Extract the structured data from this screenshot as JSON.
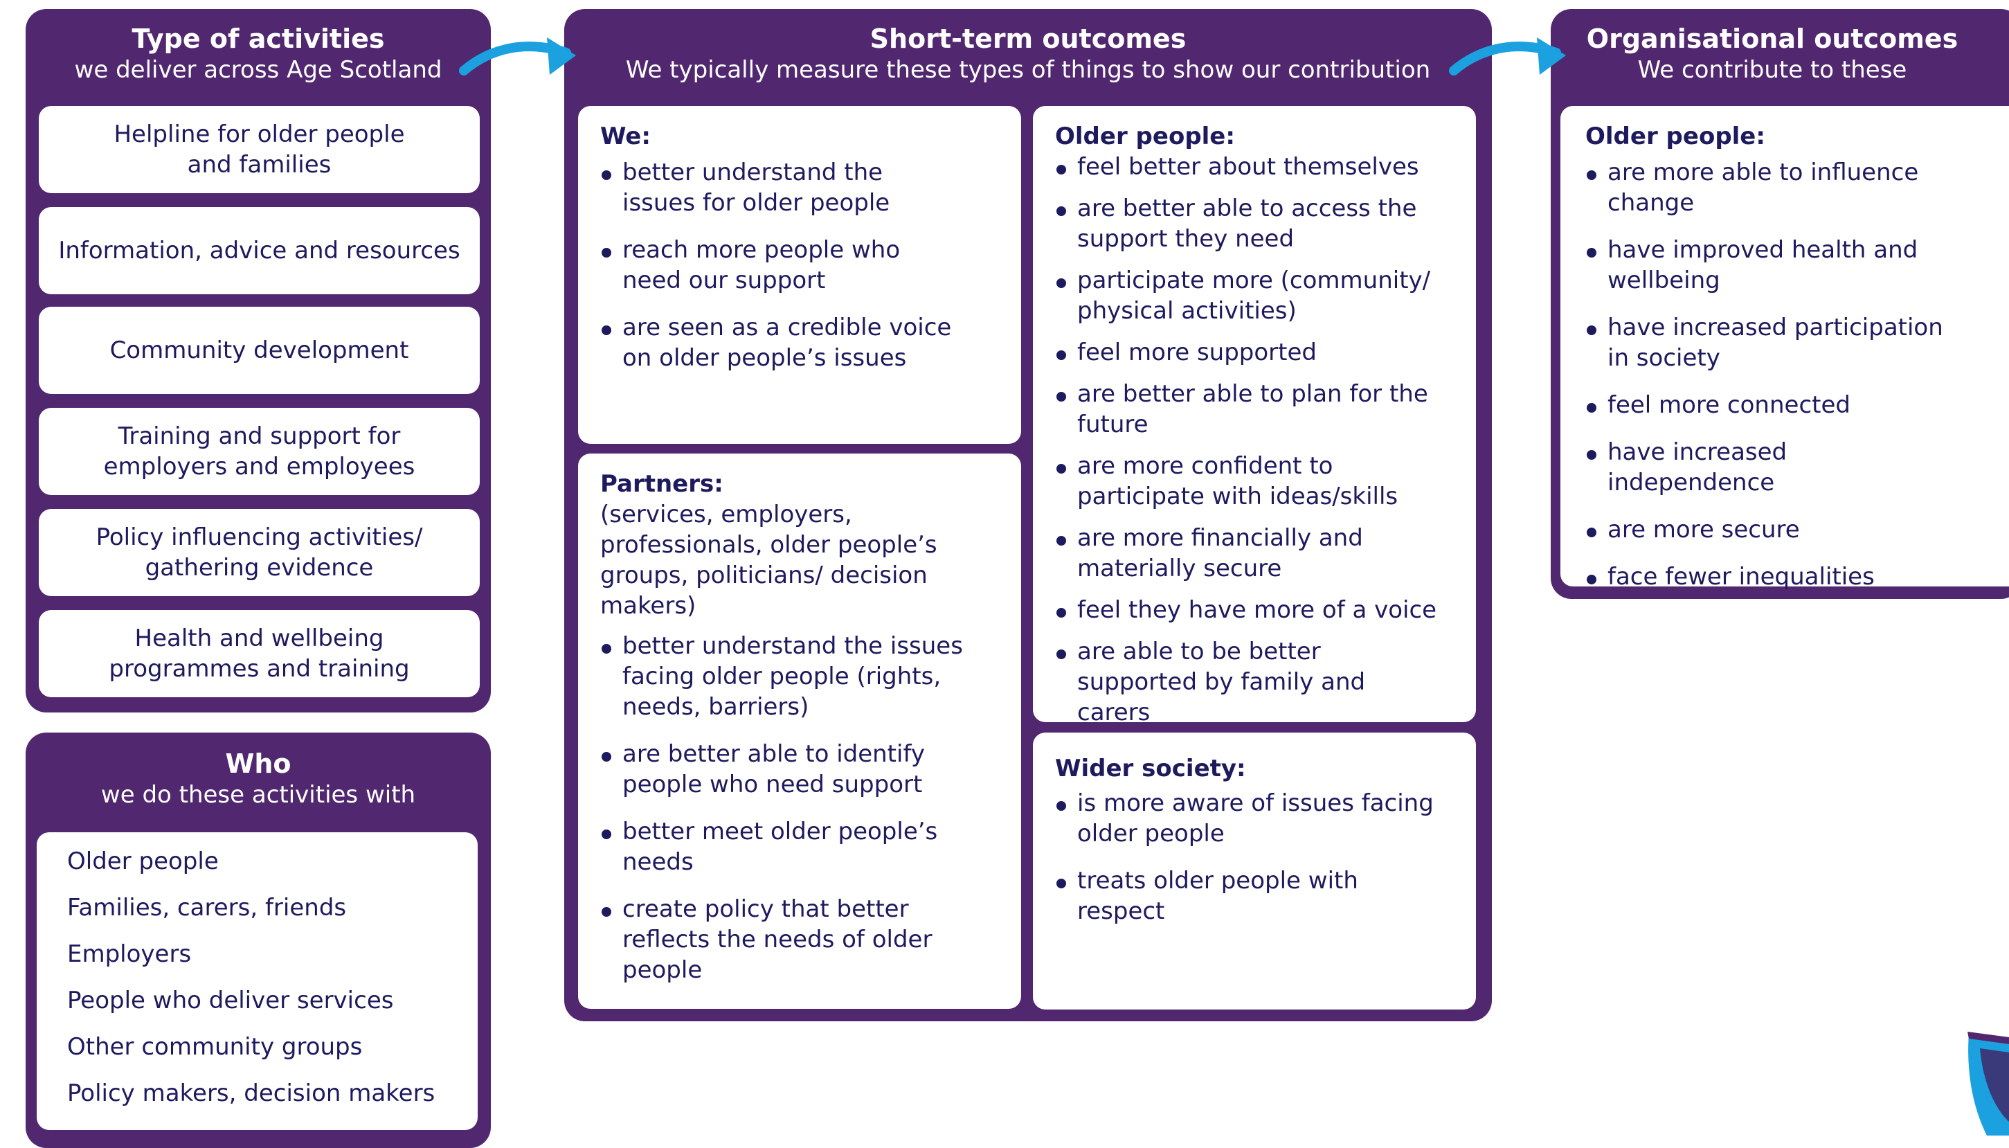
{
  "colors": {
    "panel": "#51286f",
    "text": "#1e1a5e",
    "arrow": "#1ba0e0",
    "card": "#ffffff"
  },
  "activities": {
    "title": "Type of activities",
    "subtitle": "we deliver across Age Scotland",
    "items": [
      "Helpline for older people\nand families",
      "Information, advice and resources",
      "Community development",
      "Training and support for\nemployers and employees",
      "Policy influencing activities/\ngathering evidence",
      "Health and wellbeing\nprogrammes and training"
    ]
  },
  "who": {
    "title": "Who",
    "subtitle": "we do these activities with",
    "items": [
      "Older people",
      "Families, carers, friends",
      "Employers",
      "People who deliver services",
      "Other community groups",
      "Policy makers, decision makers"
    ]
  },
  "short_term": {
    "title": "Short-term outcomes",
    "subtitle": "We typically measure these types of things to show our contribution",
    "we": {
      "title": "We:",
      "items": [
        "better understand the issues for older people",
        "reach more people who need our support",
        "are seen as a credible voice on older people’s issues"
      ]
    },
    "partners": {
      "title": "Partners:",
      "description": "(services, employers, professionals, older people’s groups, politicians/ decision makers)",
      "items": [
        "better understand the issues facing older people (rights, needs, barriers)",
        "are better able to identify people who need support",
        "better meet older people’s needs",
        "create policy that better reflects the needs of older people"
      ]
    },
    "older_people": {
      "title": "Older people:",
      "items": [
        "feel better about themselves",
        "are better able to access the support they need",
        "participate more (community/ physical activities)",
        "feel more supported",
        "are better able to plan for the future",
        "are more confident to participate with ideas/skills",
        "are more financially and materially secure",
        "feel they have more of a voice",
        "are able to be better supported by family and carers"
      ]
    },
    "wider_society": {
      "title": "Wider society:",
      "items": [
        "is more aware of issues facing older people",
        "treats older people with respect"
      ]
    }
  },
  "organisational": {
    "title": "Organisational outcomes",
    "subtitle": "We contribute to these",
    "older_people": {
      "title": "Older people:",
      "items": [
        "are more able to influence change",
        "have improved health and wellbeing",
        "have increased participation in society",
        "feel more connected",
        "have increased independence",
        "are more secure",
        "face fewer inequalities"
      ]
    }
  }
}
